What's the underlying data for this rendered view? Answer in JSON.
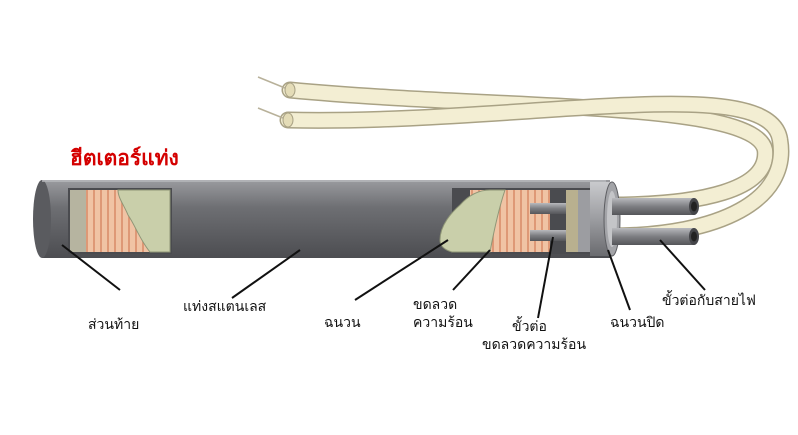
{
  "title": "ฮีตเตอร์แท่ง",
  "labels": {
    "end_cap": "ส่วนท้าย",
    "sheath": "แท่งสแตนเลส",
    "insulation": "ฉนวน",
    "coil_line1": "ขดลวด",
    "coil_line2": "ความร้อน",
    "pin_line1": "ขั้วต่อ",
    "pin_line2": "ขดลวดความร้อน",
    "seal": "ฉนวนปิด",
    "lead_terminal": "ขั้วต่อกับสายไฟ"
  },
  "colors": {
    "title": "#d40000",
    "sheath": "#6e6f73",
    "coil": "#e9b08f",
    "insulation": "#c9cfaa",
    "wire": "#efe9c9",
    "pin": "#8b8c90"
  }
}
